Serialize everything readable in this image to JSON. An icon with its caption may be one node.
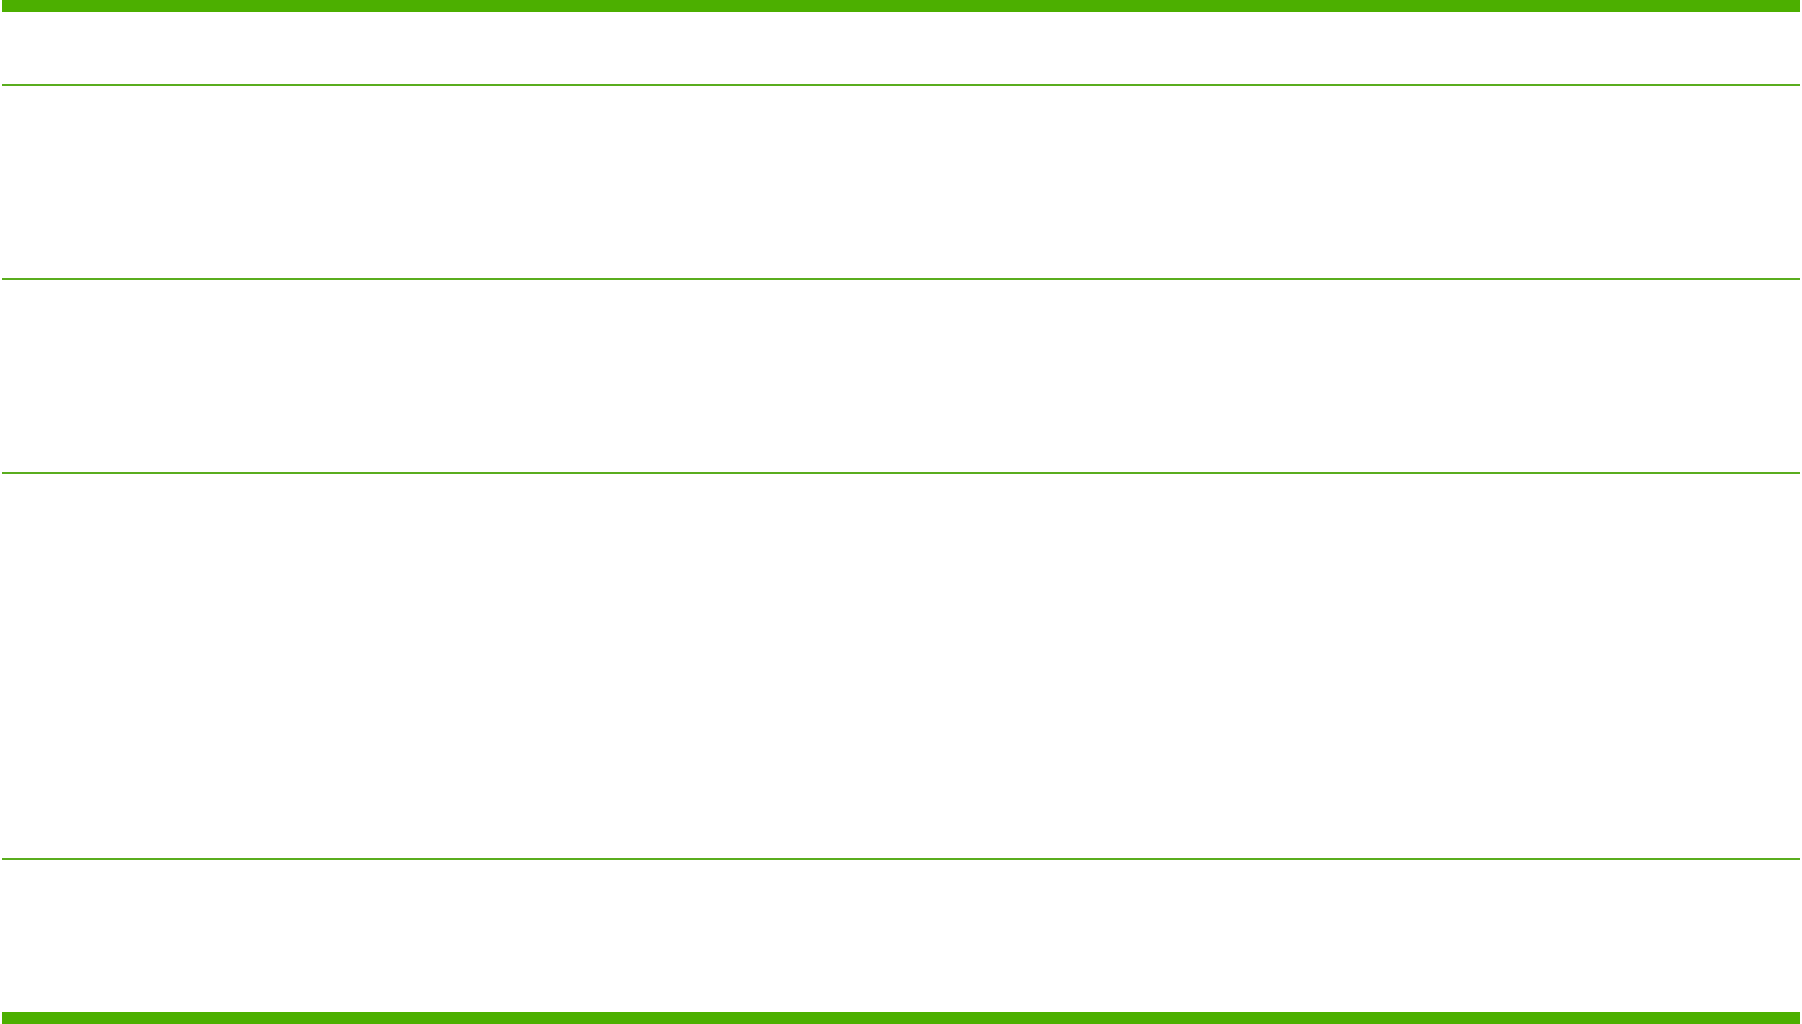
{
  "diagram": {
    "nodes": [
      {
        "text": [],
        "shape": "band"
      },
      {
        "text": [],
        "shape": "band"
      },
      {
        "text": [],
        "shape": "band"
      },
      {
        "text": [],
        "shape": "band"
      },
      {
        "text": [],
        "shape": "band"
      }
    ]
  }
}
